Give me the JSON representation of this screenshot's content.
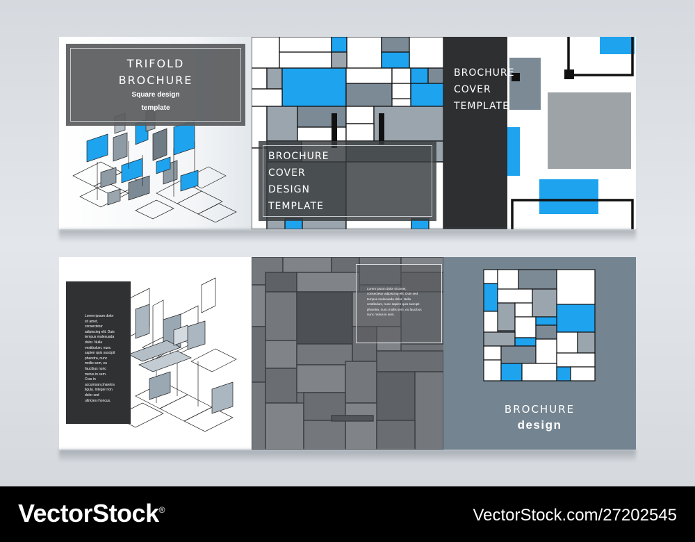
{
  "colors": {
    "blue": "#1ea3ef",
    "gray": "#7c8a96",
    "dark": "#3a3d40",
    "panel": "#2f3133"
  },
  "top_spread": {
    "panel1": {
      "title_line1": "TRIFOLD",
      "title_line2": "BROCHURE",
      "subtitle_line1": "Square design",
      "subtitle_line2": "template"
    },
    "panel2": {
      "lines": [
        "BROCHURE",
        "COVER",
        "DESIGN",
        "TEMPLATE"
      ]
    },
    "panel3": {
      "lines": [
        "BROCHURE",
        "COVER",
        "TEMPLATE"
      ]
    }
  },
  "bottom_spread": {
    "panel1": {
      "body_lines": [
        "Lorem ipsum dolor",
        "sit amet,",
        "consectetur",
        "adipiscing elit. Duis",
        "tempus malesuada",
        "dolor. Nulla",
        "vestibulum, nunc",
        "sapien quis suscipit",
        "pharetra, nunc",
        "mollis sem, eu",
        "faucibus nunc",
        "metus in sem.",
        "Cras in",
        "accumsan pharetra",
        "ligula. Integer non",
        "dolor sed",
        "ultricies rhoncus."
      ]
    },
    "panel2": {
      "body_lines": [
        "Lorem ipsum dolor sit amet,",
        "consectetur adipiscing elit. Duis sed",
        "tempus malesuada dolor. Nulla",
        "vestibulum, nunc sapien quis suscipit",
        "pharetra, nunc mollis sem, eu faucibus",
        "nunc metus in sem."
      ]
    },
    "panel3": {
      "title": "BROCHURE",
      "subtitle": "design"
    }
  },
  "footer": {
    "brand": "VectorStock",
    "brand_mark": "®",
    "image_id": "VectorStock.com/27202545"
  }
}
